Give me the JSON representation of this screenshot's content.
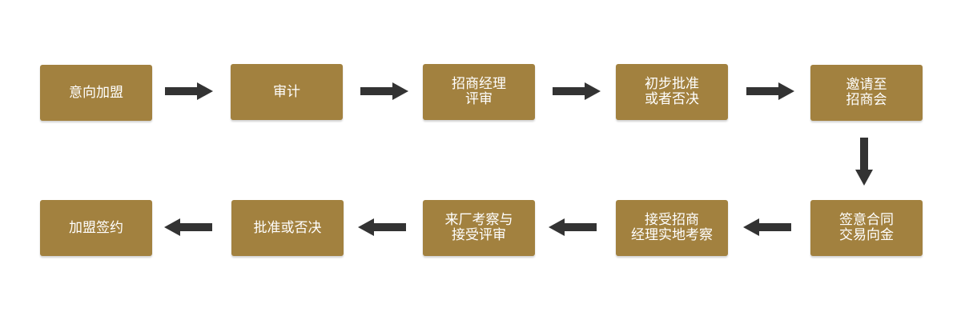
{
  "steps": [
    {
      "lines": [
        "意向加盟"
      ]
    },
    {
      "lines": [
        "审计"
      ]
    },
    {
      "lines": [
        "招商经理",
        "评审"
      ]
    },
    {
      "lines": [
        "初步批准",
        "或者否决"
      ]
    },
    {
      "lines": [
        "邀请至",
        "招商会"
      ]
    },
    {
      "lines": [
        "签意合同",
        "交易向金"
      ]
    },
    {
      "lines": [
        "接受招商",
        "经理实地考察"
      ]
    },
    {
      "lines": [
        "来厂考察与",
        "接受评审"
      ]
    },
    {
      "lines": [
        "批准或否决"
      ]
    },
    {
      "lines": [
        "加盟签约"
      ]
    }
  ],
  "colors": {
    "box": "#a2813f",
    "box_text": "#ffffff",
    "arrow": "#333333"
  }
}
